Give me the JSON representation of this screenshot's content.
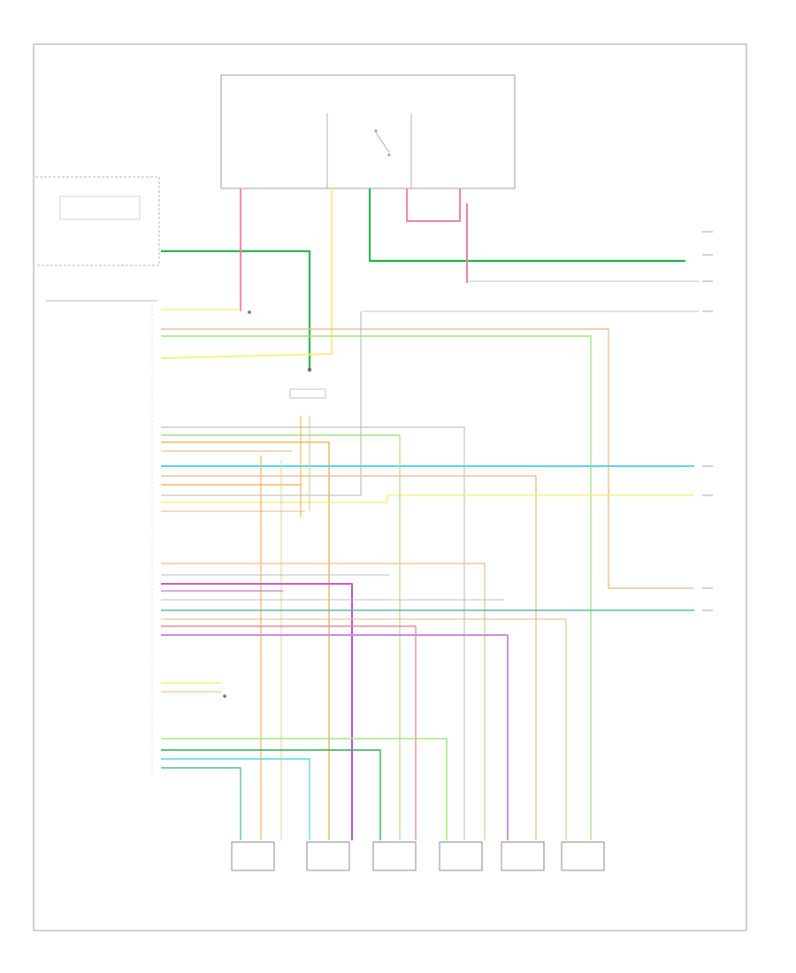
{
  "diagram": {
    "footer_code": "",
    "colors": {
      "frame": "#9a9a9a",
      "green": "#22b14c",
      "pink": "#f0849a",
      "yellow": "#f7ef7a",
      "cyan": "#4fd7ef",
      "orange": "#f6b15c",
      "tan": "#e9c493",
      "magenta": "#d24ec8",
      "violet": "#c98be0",
      "lightgreen": "#9fe47f",
      "teal": "#4fb8a0",
      "gray": "#bdbdbd",
      "brown": "#c07a4a"
    },
    "sensors": [
      {
        "id": "s1"
      },
      {
        "id": "s2"
      },
      {
        "id": "s3"
      },
      {
        "id": "s4"
      },
      {
        "id": "s5"
      },
      {
        "id": "s6"
      }
    ]
  }
}
